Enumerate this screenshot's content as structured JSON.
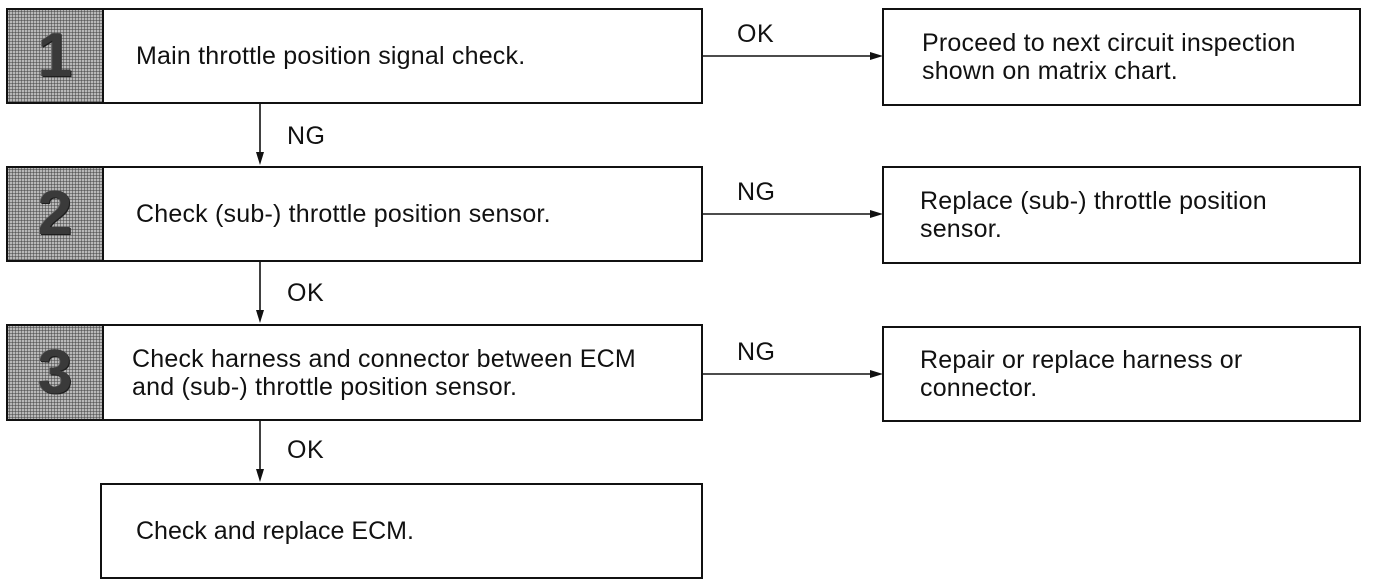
{
  "steps": [
    {
      "number": "1",
      "text": "Main throttle position signal check."
    },
    {
      "number": "2",
      "text": "Check (sub-) throttle position sensor."
    },
    {
      "number": "3",
      "text": "Check harness and connector between ECM and (sub-) throttle position sensor."
    }
  ],
  "final": {
    "text": "Check and replace ECM."
  },
  "results": [
    {
      "text": "Proceed to next circuit inspection shown on matrix chart."
    },
    {
      "text": "Replace (sub-) throttle position sensor."
    },
    {
      "text": "Repair or replace harness or connector."
    }
  ],
  "branch_labels": {
    "step1_side": "OK",
    "step2_side": "NG",
    "step3_side": "NG"
  },
  "flow_labels": {
    "after_step1": "NG",
    "after_step2": "OK",
    "after_step3": "OK"
  }
}
